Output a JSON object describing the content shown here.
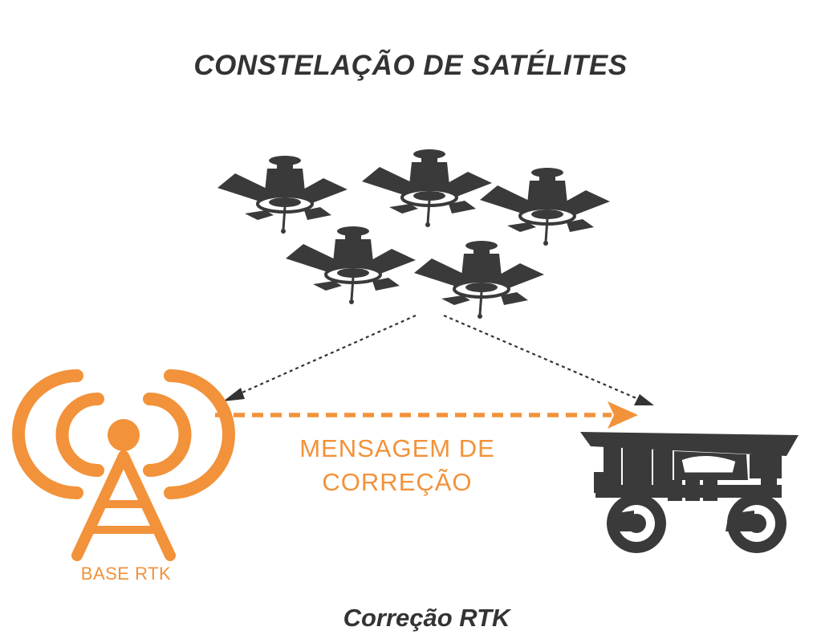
{
  "title": "CONSTELAÇÃO DE SATÉLITES",
  "caption": "Correção RTK",
  "message": {
    "line1": "MENSAGEM DE",
    "line2": "CORREÇÃO"
  },
  "base_label": "BASE RTK",
  "colors": {
    "accent": "#f2923a",
    "dark": "#3a3a3a",
    "text": "#333333"
  },
  "icons": [
    "satellite-icon",
    "radio-tower-icon",
    "rover-tractor-icon",
    "arrow-icon"
  ]
}
